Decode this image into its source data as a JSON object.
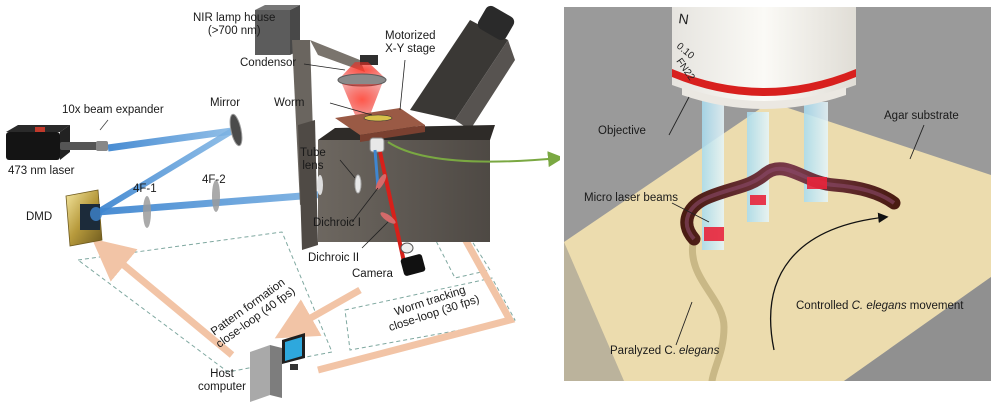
{
  "left_panel": {
    "labels": {
      "nir_lamp": [
        "NIR lamp house",
        "(>700 nm)"
      ],
      "condensor": "Condensor",
      "motorized_stage": [
        "Motorized",
        "X-Y stage"
      ],
      "worm": "Worm",
      "mirror": "Mirror",
      "beam_expander": "10x beam expander",
      "laser": "473 nm laser",
      "tube_lens": [
        "Tube",
        "lens"
      ],
      "f4_1": "4F-1",
      "f4_2": "4F-2",
      "dmd": "DMD",
      "dichroic_1": "Dichroic I",
      "dichroic_2": "Dichroic II",
      "camera": "Camera",
      "pattern_loop": [
        "Pattern formation",
        "close-loop (40 fps)"
      ],
      "tracking_loop": [
        "Worm tracking",
        "close-loop (30 fps)"
      ],
      "host_computer": [
        "Host",
        "computer"
      ]
    },
    "colors": {
      "laser_beam": "#5b9bd5",
      "nir_light": "#e8241e",
      "feedback_arrow": "#f2c4a6",
      "zoom_arrow": "#7aa842",
      "loop_dash": "#7fa8a0",
      "microscope_body": "#5a554f"
    }
  },
  "right_panel": {
    "labels": {
      "objective": "Objective",
      "agar": "Agar substrate",
      "micro_beams": "Micro laser beams",
      "paralyzed_prefix": "Paralyzed C. ",
      "paralyzed_italic": "elegans",
      "controlled_prefix": "Controlled ",
      "controlled_italic": "C. elegans",
      "controlled_suffix": " movement"
    },
    "objective_markings": [
      "N",
      "0.10",
      "FN22"
    ],
    "colors": {
      "background": "#9a9a9a",
      "agar": "#ecdcae",
      "worm": "#6b2c1e",
      "beam": "#bfe6f5",
      "hit": "#e8243a",
      "objective_ring": "#d8201e"
    }
  }
}
